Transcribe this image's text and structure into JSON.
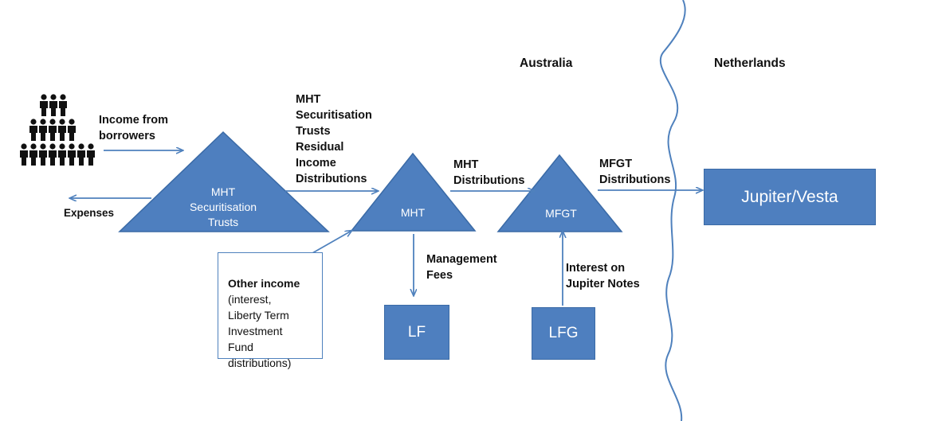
{
  "regions": {
    "left": "Australia",
    "right": "Netherlands"
  },
  "nodes": {
    "securitisation_trusts": "MHT\nSecuritisation\nTrusts",
    "mht": "MHT",
    "mfgt": "MFGT",
    "jupiter_vesta": "Jupiter/Vesta",
    "lf": "LF",
    "lfg": "LFG"
  },
  "flows": {
    "income_from_borrowers": "Income from\nborrowers",
    "expenses": "Expenses",
    "residual_income": "MHT\nSecuritisation\nTrusts\nResidual\nIncome\nDistributions",
    "mht_distributions": "MHT\nDistributions",
    "mfgt_distributions": "MFGT\nDistributions",
    "management_fees": "Management\nFees",
    "interest_on_jupiter_notes": "Interest on\nJupiter Notes"
  },
  "other_income": {
    "title": "Other income",
    "body": "(interest,\nLiberty Term\nInvestment\nFund\ndistributions)"
  },
  "colors": {
    "shape_fill": "#4e7fbf",
    "arrow": "#4f81bd",
    "people": "#111111"
  }
}
